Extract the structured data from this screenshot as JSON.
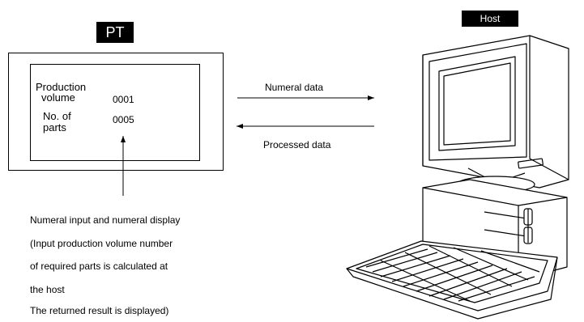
{
  "pt": {
    "label": "PT",
    "screen": {
      "row1_label_line1": "Production",
      "row1_label_line2": "volume",
      "row1_value": "0001",
      "row2_label_line1": "No. of",
      "row2_label_line2": "parts",
      "row2_value": "0005"
    }
  },
  "host": {
    "label": "Host"
  },
  "arrows": {
    "to_host": "Numeral data",
    "to_pt": "Processed data"
  },
  "note": {
    "line1": "Numeral input and numeral display",
    "line2": "(Input production volume number",
    "line3": "of required parts is calculated at",
    "line4": "the host",
    "line5": "The returned result is displayed)"
  }
}
